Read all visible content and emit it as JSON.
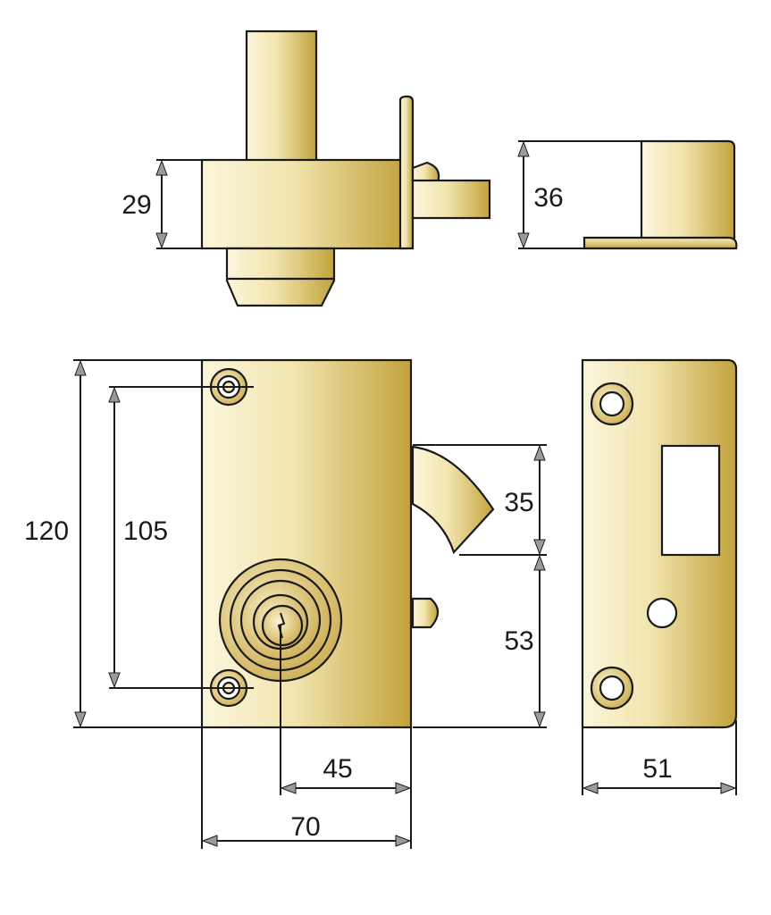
{
  "colors": {
    "brass_light": "#fbf6dc",
    "brass_mid": "#ecdc9b",
    "brass_dark": "#b8962e",
    "outline": "#1a1a1a"
  },
  "dimensions": {
    "top_body_height": "29",
    "strike_depth": "36",
    "total_height": "120",
    "screw_spacing": "105",
    "bolt_width": "35",
    "bolt_to_bottom": "53",
    "cylinder_offset": "45",
    "body_width": "70",
    "strike_width": "51"
  }
}
